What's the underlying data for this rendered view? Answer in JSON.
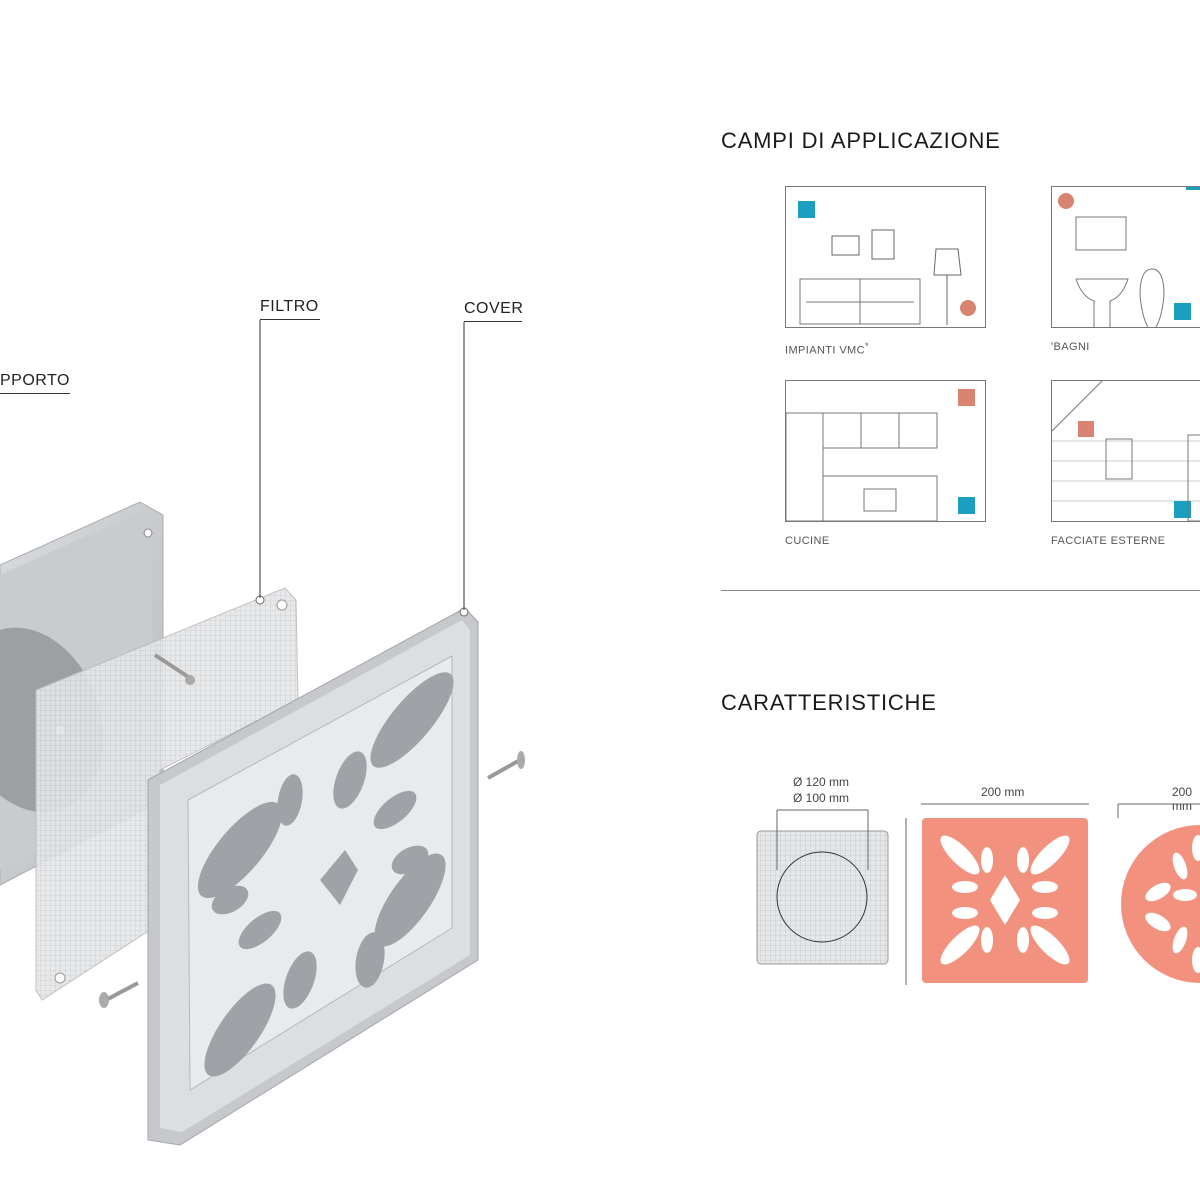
{
  "exploded_view": {
    "labels": {
      "support": "PPORTO",
      "filter": "FILTRO",
      "cover": "COVER"
    }
  },
  "applications": {
    "title": "CAMPI DI APPLICAZIONE",
    "items": [
      {
        "caption": "IMPIANTI VMC",
        "marker": "*"
      },
      {
        "caption": "BAGNI",
        "marker": "'"
      },
      {
        "caption": "CUCINE"
      },
      {
        "caption": "FACCIATE ESTERNE"
      }
    ]
  },
  "features": {
    "title": "CARATTERISTICHE",
    "dims": {
      "outer_diameter": "Ø 120 mm",
      "inner_diameter": "Ø 100 mm",
      "square_width": "200 mm",
      "square_height": "200 mm",
      "round_width": "200 mm"
    }
  },
  "colors": {
    "teal": "#1a9fc0",
    "salmon": "#f2917e",
    "plastic": "#d6d8da"
  }
}
